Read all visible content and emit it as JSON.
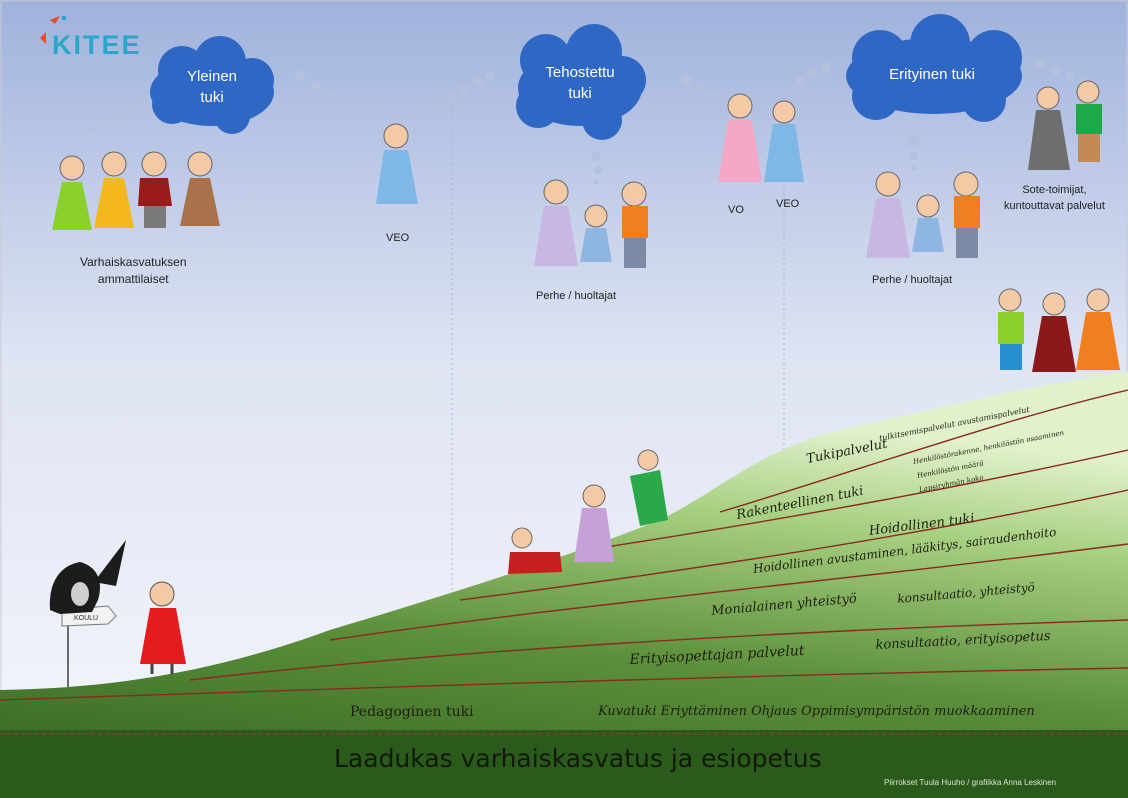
{
  "logo": {
    "text": "KITEE"
  },
  "clouds": {
    "general": {
      "line1": "Yleinen",
      "line2": "tuki"
    },
    "enhanced": {
      "line1": "Tehostettu",
      "line2": "tuki"
    },
    "special": {
      "line1": "Erityinen tuki",
      "line2": ""
    }
  },
  "people_labels": {
    "professionals_line1": "Varhaiskasvatuksen",
    "professionals_line2": "ammattilaiset",
    "veo_1": "VEO",
    "family_1": "Perhe / huoltajat",
    "vo": "VO",
    "veo_2": "VEO",
    "family_2": "Perhe / huoltajat",
    "sote_line1": "Sote-toimijat,",
    "sote_line2": "kuntouttavat palvelut"
  },
  "sign": {
    "text": "KOULU"
  },
  "layers": {
    "tukipalvelut": "Tukipalvelut",
    "tukipalvelut_detail": "tulkitsemispalvelut avustamispalvelut",
    "henkilosto_1": "Henkilöstörakenne, henkilöstön osaaminen",
    "henkilosto_2": "Henkilöstön määrä",
    "henkilosto_3": "Lapsiryhmän koko",
    "rakenteellinen": "Rakenteellinen tuki",
    "hoidollinen": "Hoidollinen tuki",
    "hoidollinen_detail": "Hoidollinen avustaminen, lääkitys, sairaudenhoito",
    "monialainen": "Monialainen yhteistyö",
    "monialainen_detail": "konsultaatio, yhteistyö",
    "erityisopettaja": "Erityisopettajan palvelut",
    "erityisopettaja_detail": "konsultaatio, erityisopetus",
    "pedagoginen": "Pedagoginen tuki",
    "pedagoginen_detail": "Kuvatuki  Eriyttäminen  Ohjaus  Oppimisympäristön muokkaaminen"
  },
  "base_title": "Laadukas varhaiskasvatus ja esiopetus",
  "credit": "Piirrokset Tuula Huuho / grafiikka Anna Leskinen",
  "colors": {
    "sky_top": "#9fb2dc",
    "sky_bottom": "#f4f5fb",
    "cloud": "#2f68c4",
    "hill_dark": "#3f6e28",
    "hill_light": "#d7ecbf",
    "layer_line": "#8a2a1e",
    "logo": "#2aa6c9"
  }
}
